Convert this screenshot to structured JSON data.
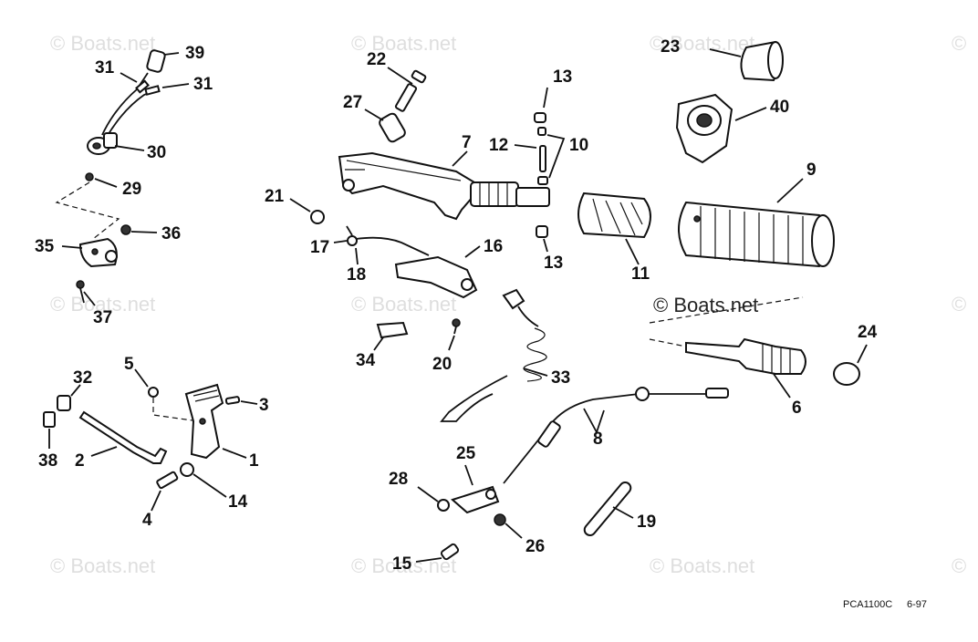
{
  "watermark": "© Boats.net",
  "brand_label": "© Boats.net",
  "footer": {
    "code": "PCA1100C",
    "date": "6-97"
  },
  "callouts": {
    "p1": "1",
    "p2": "2",
    "p3": "3",
    "p4": "4",
    "p5": "5",
    "p6": "6",
    "p7": "7",
    "p8": "8",
    "p9": "9",
    "p10": "10",
    "p11": "11",
    "p12": "12",
    "p13a": "13",
    "p13b": "13",
    "p14": "14",
    "p15": "15",
    "p16": "16",
    "p17": "17",
    "p18": "18",
    "p19": "19",
    "p20": "20",
    "p21": "21",
    "p22": "22",
    "p23": "23",
    "p24": "24",
    "p25": "25",
    "p26": "26",
    "p27": "27",
    "p28": "28",
    "p29": "29",
    "p30": "30",
    "p31a": "31",
    "p31b": "31",
    "p32": "32",
    "p33": "33",
    "p34": "34",
    "p35": "35",
    "p36": "36",
    "p37": "37",
    "p38": "38",
    "p39": "39",
    "p40": "40"
  }
}
